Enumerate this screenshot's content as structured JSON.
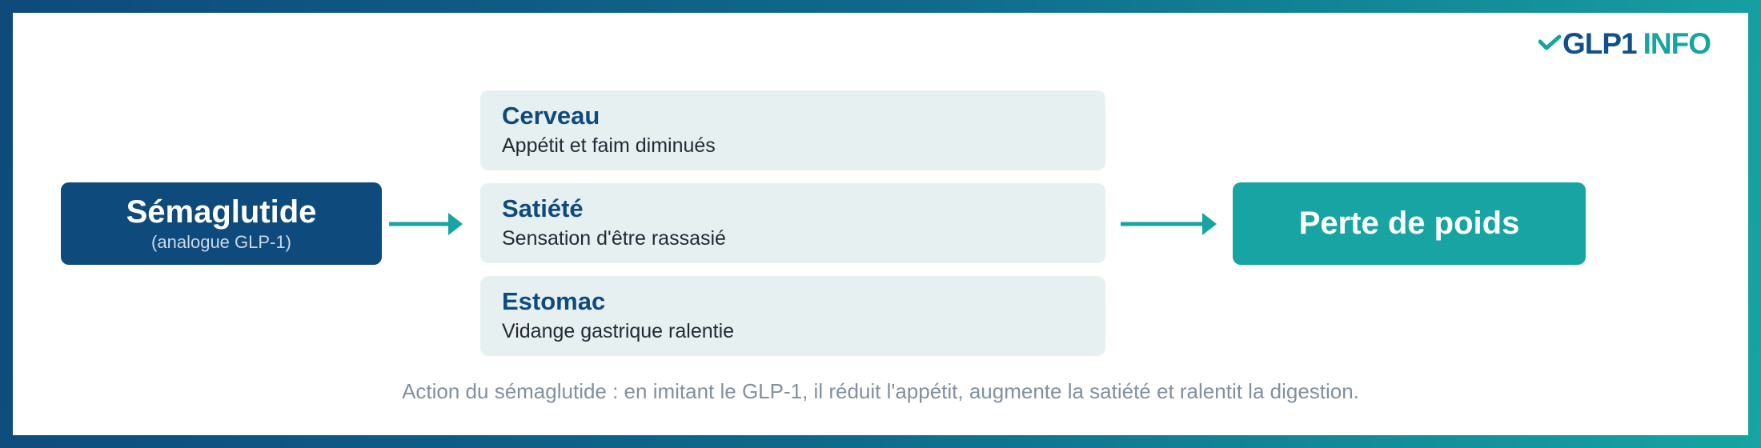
{
  "logo": {
    "part1": "GLP1",
    "part2": "INFO"
  },
  "colors": {
    "primary": "#0e4a7c",
    "accent": "#17a4a2",
    "effect_bg": "#e7f0f1"
  },
  "drug": {
    "title": "Sémaglutide",
    "subtitle": "(analogue GLP-1)"
  },
  "effects": [
    {
      "title": "Cerveau",
      "desc": "Appétit et faim diminués"
    },
    {
      "title": "Satiété",
      "desc": "Sensation d'être rassasié"
    },
    {
      "title": "Estomac",
      "desc": "Vidange gastrique ralentie"
    }
  ],
  "result": {
    "title": "Perte de poids"
  },
  "caption": "Action du sémaglutide : en imitant le GLP-1, il réduit l'appétit, augmente la satiété et ralentit la digestion."
}
